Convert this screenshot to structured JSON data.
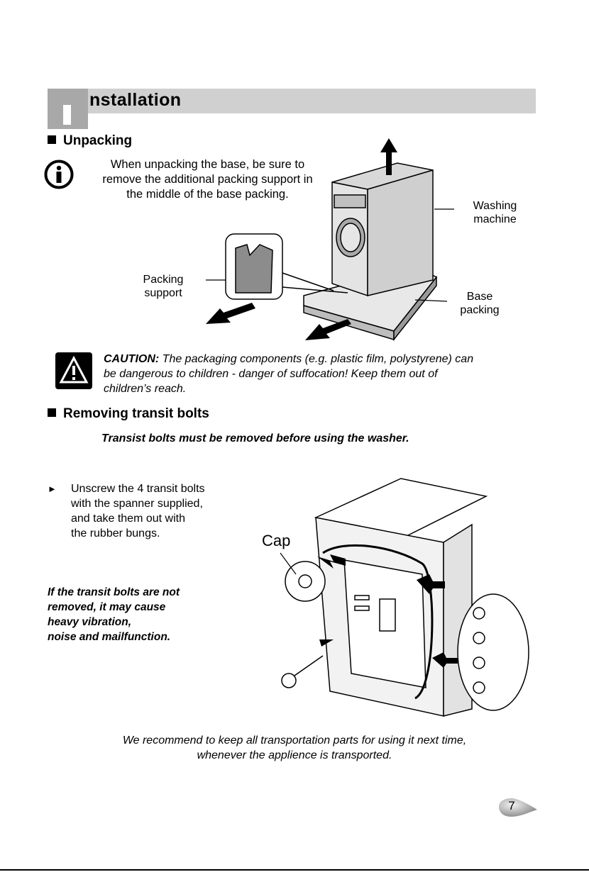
{
  "header": {
    "title": "nstallation"
  },
  "unpacking": {
    "heading": "Unpacking",
    "info_line1": "When unpacking the base, be sure to",
    "info_line2": "remove the additional packing support in",
    "info_line3": "the middle of the base packing.",
    "labels": {
      "washing1": "Washing",
      "washing2": "machine",
      "packing1": "Packing",
      "packing2": "support",
      "base1": "Base",
      "base2": "packing"
    }
  },
  "caution": {
    "prefix": "CAUTION:",
    "line1": " The packaging components (e.g. plastic film, polystyrene) can",
    "line2": "be dangerous to children - danger of suffocation! Keep them out of",
    "line3": "children’s reach."
  },
  "transit": {
    "heading": "Removing transit bolts",
    "note": "Transist bolts must be removed before using the washer.",
    "step_marker": "►",
    "step_line1": "Unscrew the 4 transit bolts",
    "step_line2": "with the spanner supplied,",
    "step_line3": "and take them out with",
    "step_line4": "the rubber bungs.",
    "warn_line1": "If the transit bolts are not",
    "warn_line2": "removed, it may cause",
    "warn_line3": "heavy vibration,",
    "warn_line4": "noise and mailfunction.",
    "cap_label": "Cap"
  },
  "footer": {
    "recommend_line1": "We recommend to keep all transportation parts for using it next time,",
    "recommend_line2": "whenever the applience is transported.",
    "page_number": "7"
  }
}
